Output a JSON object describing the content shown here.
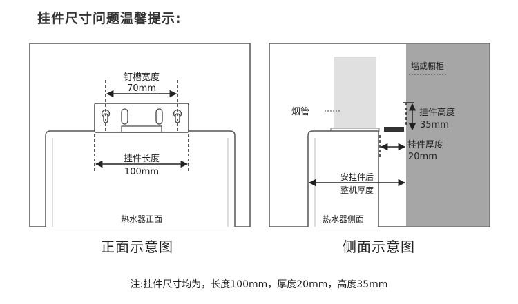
{
  "title": "挂件尺寸问题温馨提示:",
  "front_view": {
    "caption": "正面示意图",
    "slot_label": "钉槽宽度",
    "slot_value": "70mm",
    "hanger_length_label": "挂件长度",
    "hanger_length_value": "100mm",
    "heater_label": "热水器正面"
  },
  "side_view": {
    "caption": "侧面示意图",
    "wall_label": "墙或橱柜",
    "pipe_label": "烟管",
    "height_label": "挂件高度",
    "height_value": "35mm",
    "thickness_label": "挂件厚度",
    "thickness_value": "20mm",
    "total_label_line1": "安挂件后",
    "total_label_line2": "整机厚度",
    "heater_label": "热水器侧面"
  },
  "note": "注:挂件尺寸均为，长度100mm，厚度20mm，高度35mm",
  "colors": {
    "wall": "#a6a6a6",
    "pipe": "#e0e0e0",
    "frame": "#555555",
    "line": "#333333"
  }
}
